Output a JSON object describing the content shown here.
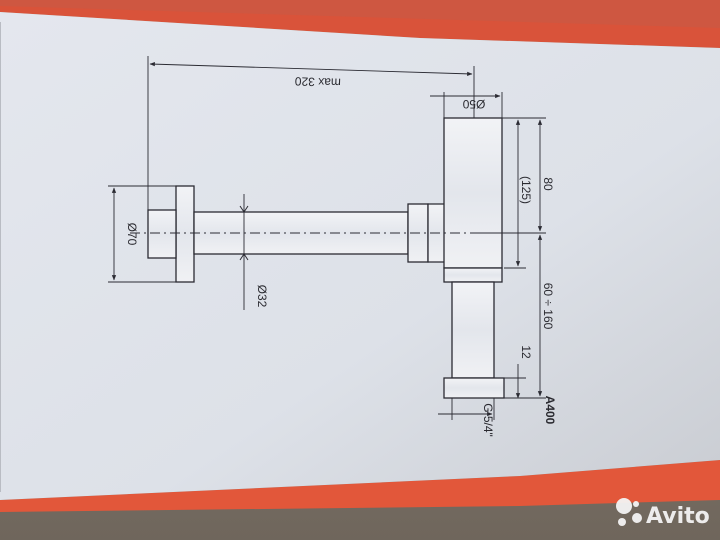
{
  "drawing": {
    "model": "A400",
    "dim_max_length": "max 320",
    "dim_outlet_diameter": "Ø50",
    "dim_wall_flange_diameter": "Ø70",
    "dim_pipe_diameter": "Ø32",
    "dim_height_upper": "80",
    "dim_height_upper_alt": "(125)",
    "dim_height_range": "60 ÷ 160",
    "dim_thread_height": "12",
    "dim_thread": "G 5/4\""
  },
  "watermark": {
    "brand": "Avito",
    "icon": "avito-dots-icon"
  },
  "colors": {
    "box_orange": "#e2573a",
    "paper": "#dfe3ea",
    "line": "#2b2b33",
    "background": "#8a7f72"
  }
}
